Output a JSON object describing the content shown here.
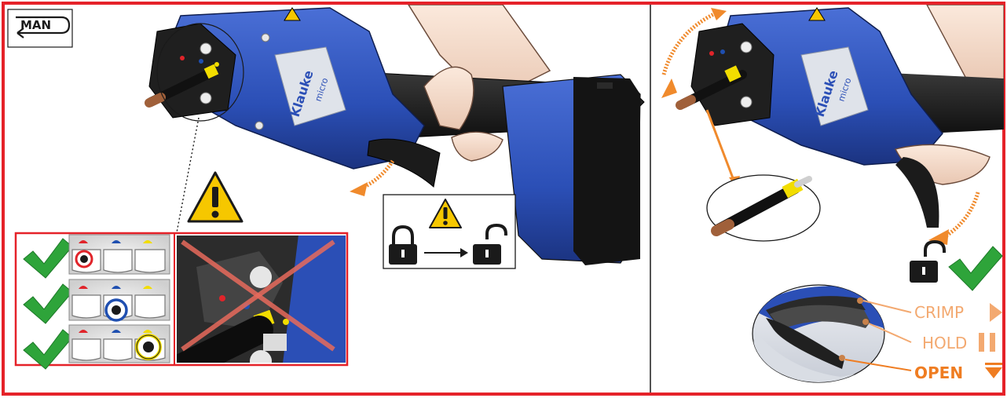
{
  "mode_badge": {
    "label": "MAN"
  },
  "brand": {
    "name": "Klauke",
    "model": "micro"
  },
  "legend": {
    "crimp": "CRIMP",
    "hold": "HOLD",
    "open": "OPEN"
  },
  "colors": {
    "frame_red": "#e52229",
    "tool_blue": "#2b4fb6",
    "warning_yellow": "#f6c700",
    "check_green": "#2ea43a",
    "arrow_orange": "#f08a2c",
    "label_orange": "#f3a970",
    "open_orange": "#ef7d22",
    "die_red": "#e0242a",
    "die_blue": "#1f4fb0",
    "die_yellow": "#f2dd00"
  },
  "icons": {
    "warning": "warning-triangle-icon",
    "lock": "padlock-locked-icon",
    "unlock": "padlock-unlocked-icon",
    "check": "check-mark-icon",
    "crimp": "play-triangle-icon",
    "hold": "pause-icon",
    "open": "down-triangle-icon"
  }
}
